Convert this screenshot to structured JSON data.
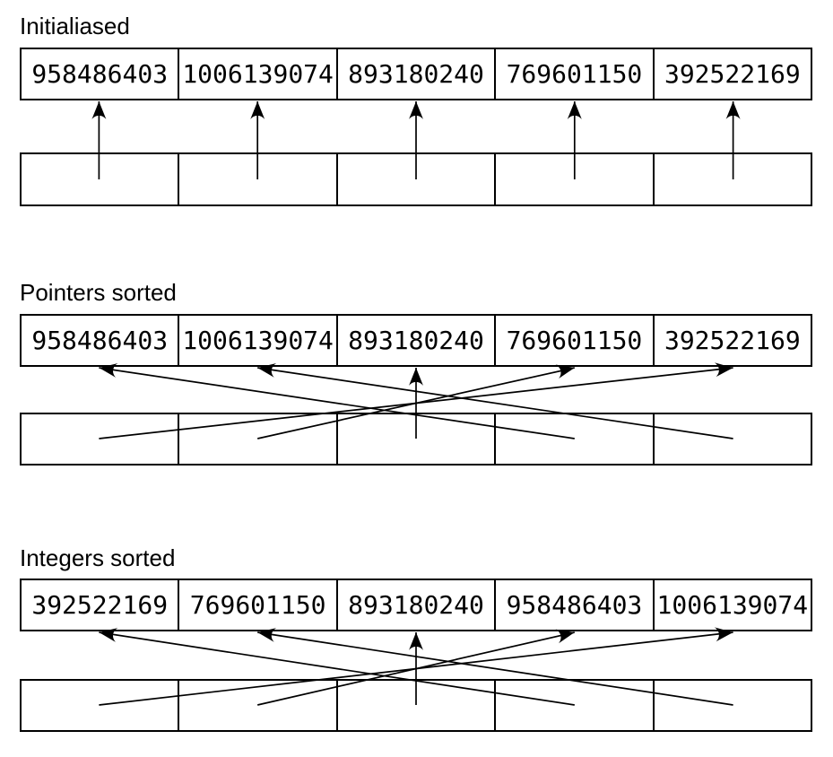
{
  "figure": {
    "colors": {
      "line": "#000000",
      "text": "#000000",
      "background": "#ffffff"
    },
    "sections": [
      {
        "label": "Initialiased",
        "integers": [
          "958486403",
          "1006139074",
          "893180240",
          "769601150",
          "392522169"
        ],
        "pointer_targets": [
          0,
          1,
          2,
          3,
          4
        ]
      },
      {
        "label": "Pointers sorted",
        "integers": [
          "958486403",
          "1006139074",
          "893180240",
          "769601150",
          "392522169"
        ],
        "pointer_targets": [
          4,
          3,
          2,
          0,
          1
        ]
      },
      {
        "label": "Integers sorted",
        "integers": [
          "392522169",
          "769601150",
          "893180240",
          "958486403",
          "1006139074"
        ],
        "pointer_targets": [
          4,
          3,
          2,
          0,
          1
        ]
      }
    ]
  }
}
